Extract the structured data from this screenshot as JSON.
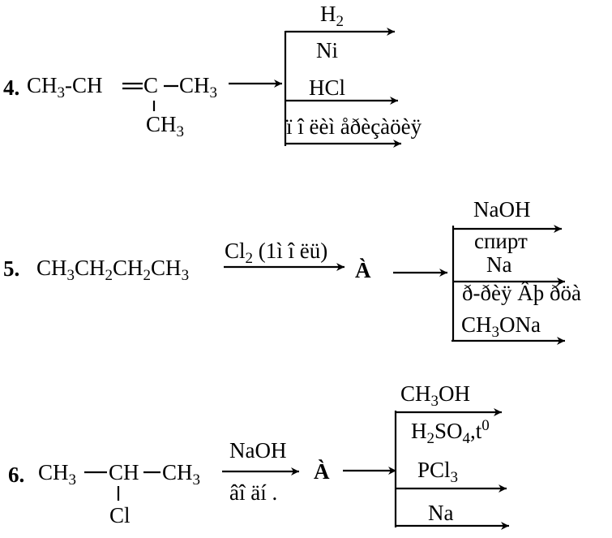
{
  "problems": [
    {
      "number": "4.",
      "reactant": {
        "p1": "CH",
        "s1": "3",
        "p2": "-CH",
        "p3": "C",
        "p4": "CH",
        "s2": "3",
        "sub_p": "CH",
        "sub_s": "3"
      },
      "branches": [
        {
          "above_p": "H",
          "above_s": "2",
          "below": "Ni"
        },
        {
          "above": "HCl",
          "below": "ï î ëèì åðèçàöèÿ"
        }
      ]
    },
    {
      "number": "5.",
      "reactant": {
        "p1": "CH",
        "s1": "3",
        "p2": "CH",
        "s2": "2",
        "p3": "CH",
        "s3": "2",
        "p4": "CH",
        "s4": "3"
      },
      "reagent_p": "Cl",
      "reagent_s": "2",
      "reagent_rest": " (1ì î ëü)",
      "intermediate": "À",
      "branches": [
        {
          "above": "NaOH",
          "below": "спирт"
        },
        {
          "above": "Na",
          "below": "ð-ðèÿ Âþ ðöà"
        },
        {
          "above_p": "CH",
          "above_s": "3",
          "above_r": "ONa"
        }
      ]
    },
    {
      "number": "6.",
      "reactant": {
        "p1": "CH",
        "s1": "3",
        "p2": "CH",
        "p3": "CH",
        "s3": "3",
        "sub": "Cl"
      },
      "reagent": "NaOH",
      "reagent_below": "âî äí .",
      "intermediate": "À",
      "branches": [
        {
          "above_p": "CH",
          "above_s": "3",
          "above_r": "OH",
          "below_p1": "H",
          "below_s1": "2",
          "below_p2": "SO",
          "below_s2": "4",
          "below_p3": ",t",
          "below_sup": "0"
        },
        {
          "above_p": "PCl",
          "above_s": "3"
        },
        {
          "above": "Na"
        }
      ]
    }
  ]
}
